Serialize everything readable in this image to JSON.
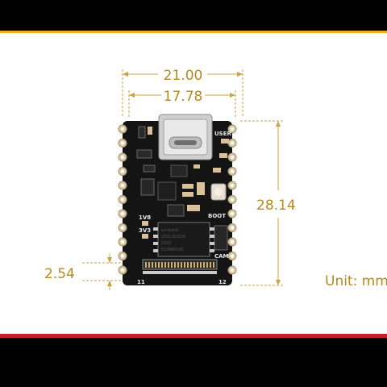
{
  "dimensions": {
    "board_width": "21.00",
    "pad_span": "17.78",
    "board_height": "28.14",
    "pin_pitch": "2.54"
  },
  "unit_label": "Unit: mm",
  "silkscreen": {
    "user_label": "USER",
    "boot_label": "BOOT",
    "cam_label": "CAM",
    "voltage_label": "1V8",
    "voltage_label_2": "3V3",
    "pin_left": "11",
    "pin_right": "12",
    "chip_brand": "winbond",
    "chip_line_1": "25Q128JVSQ",
    "chip_line_2": "2203",
    "chip_line_3": "6109B6100"
  },
  "colors": {
    "accent_top": "#e8b21c",
    "accent_bottom": "#c8202a",
    "dimension": "#b58a1e",
    "pcb": "#141414"
  }
}
